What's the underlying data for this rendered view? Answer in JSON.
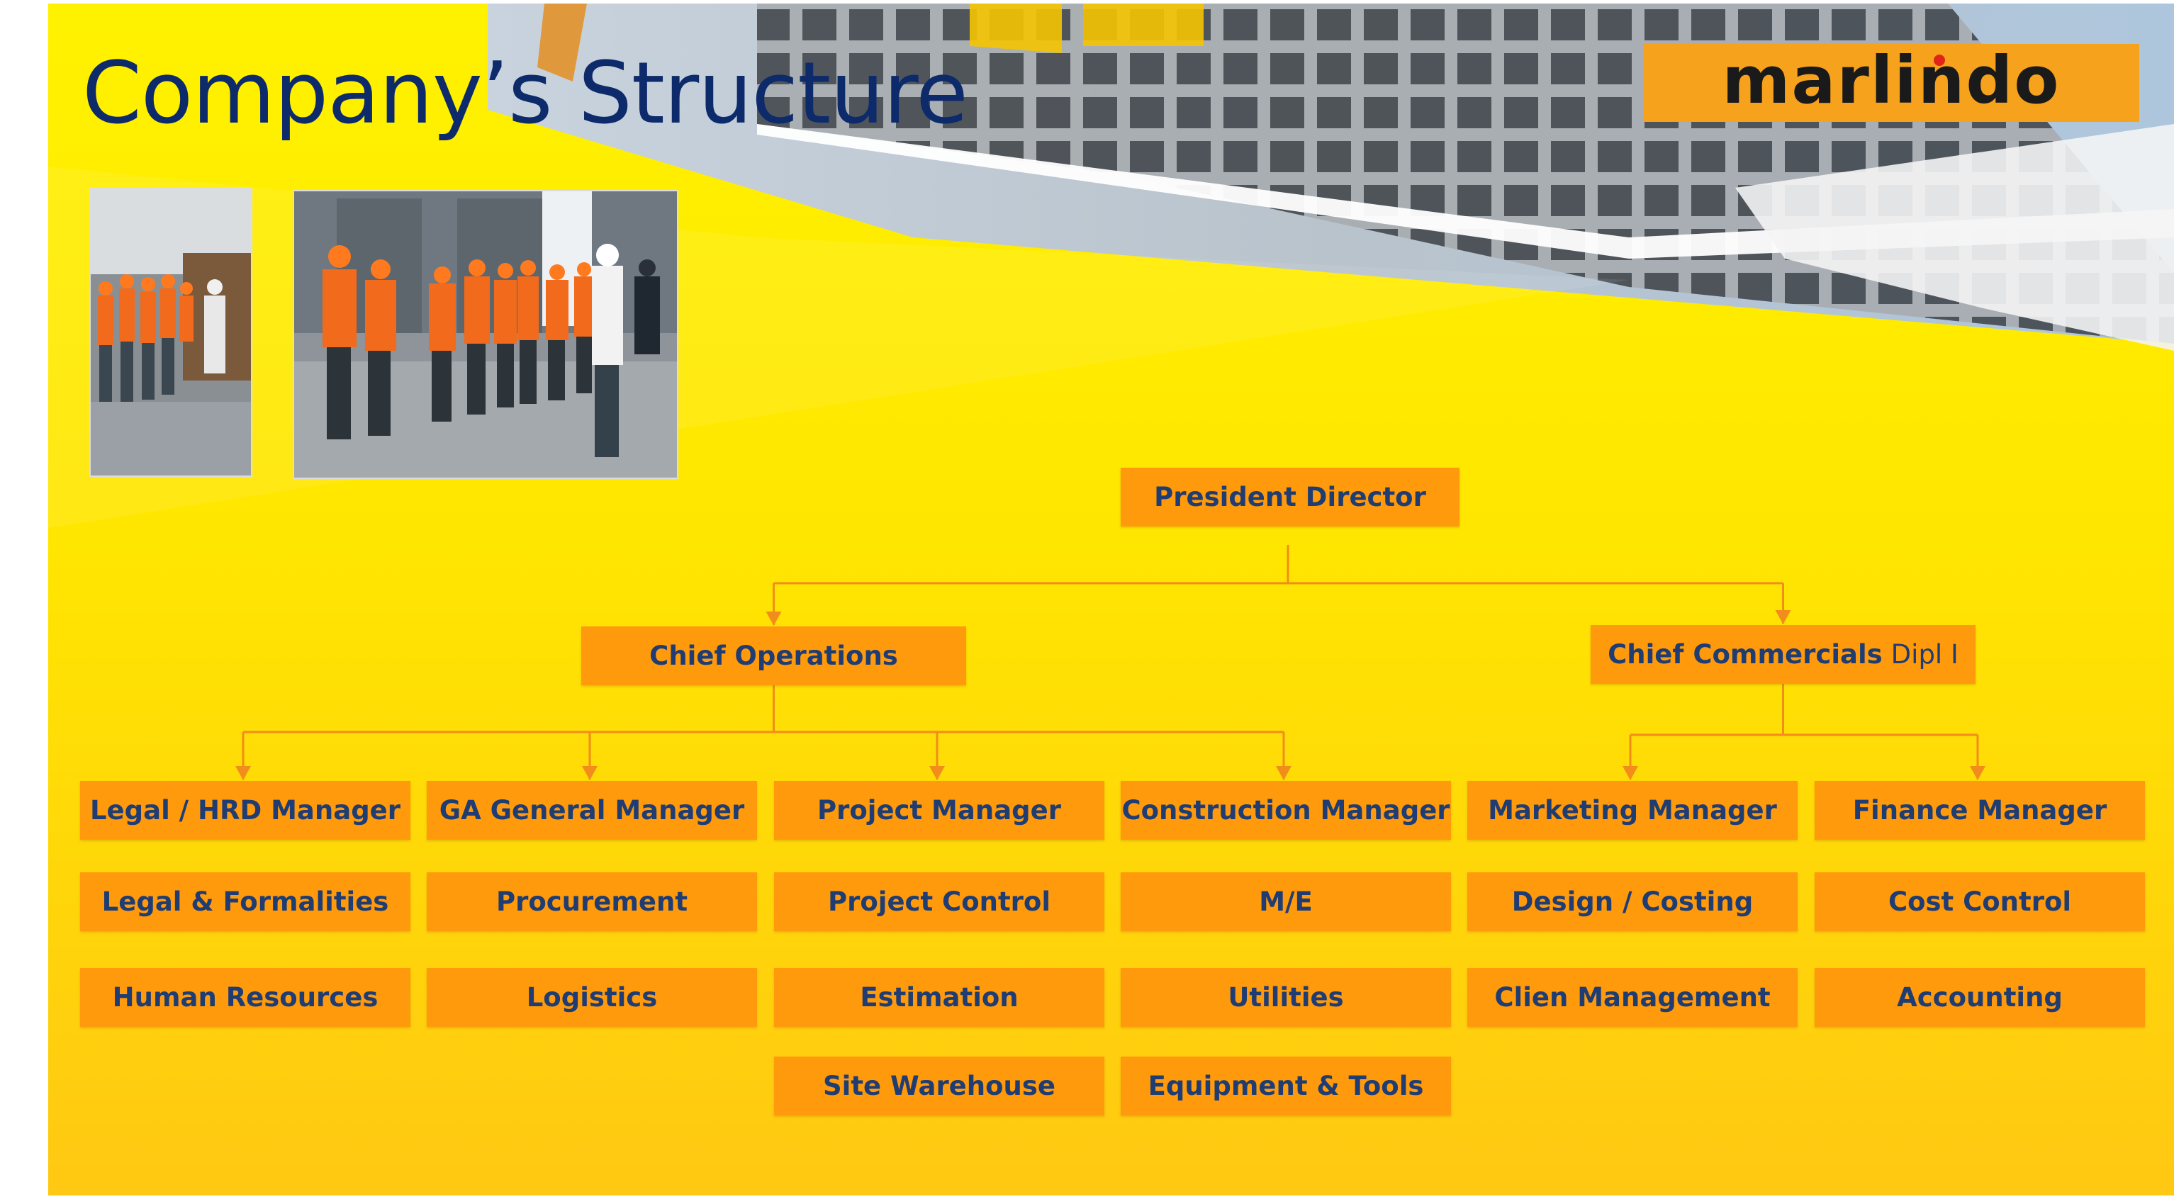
{
  "title": "Company’s Structure",
  "logo": {
    "text": "marlindo"
  },
  "colors": {
    "box": "#ff9a0c",
    "box_text": "#1f3d73",
    "title": "#0d2a6b",
    "connector": "#f28c1a"
  },
  "org": {
    "president": "President Director",
    "chief_operations": "Chief Operations",
    "chief_commercials": "Chief Commercials",
    "chief_commercials_suffix": "Dipl I",
    "columns": [
      {
        "head": "Legal / HRD Manager",
        "items": [
          "Legal & Formalities",
          "Human Resources"
        ]
      },
      {
        "head": "GA General Manager",
        "items": [
          "Procurement",
          "Logistics"
        ]
      },
      {
        "head": "Project Manager",
        "items": [
          "Project Control",
          "Estimation",
          "Site Warehouse"
        ]
      },
      {
        "head": "Construction Manager",
        "items": [
          "M/E",
          "Utilities",
          "Equipment & Tools"
        ]
      },
      {
        "head": "Marketing Manager",
        "items": [
          "Design / Costing",
          "Clien Management"
        ]
      },
      {
        "head": "Finance Manager",
        "items": [
          "Cost Control",
          "Accounting"
        ]
      }
    ]
  }
}
